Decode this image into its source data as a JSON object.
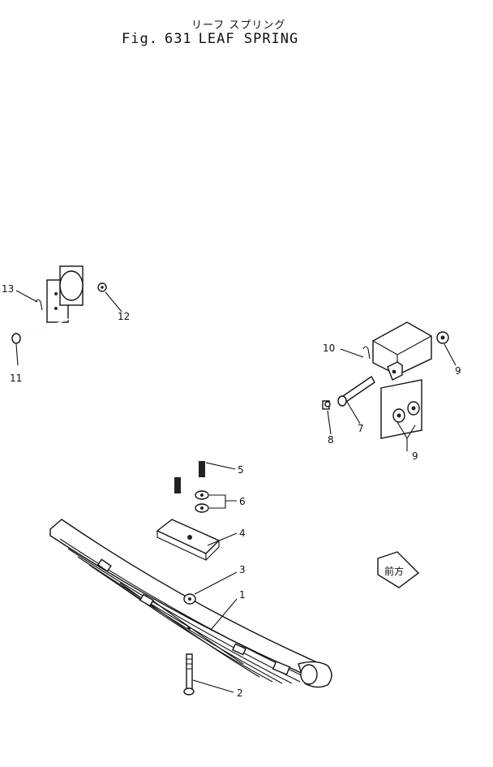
{
  "title": {
    "japanese": "リーフ スプリング",
    "fig_label": "Fig.",
    "fig_number": "631",
    "english": "LEAF SPRING"
  },
  "callouts": {
    "c1": "1",
    "c2": "2",
    "c3": "3",
    "c4": "4",
    "c5": "5",
    "c6": "6",
    "c7": "7",
    "c8": "8",
    "c9a": "9",
    "c9b": "9",
    "c10": "10",
    "c11": "11",
    "c12": "12",
    "c13": "13"
  },
  "direction_marker": {
    "text": "前方"
  }
}
